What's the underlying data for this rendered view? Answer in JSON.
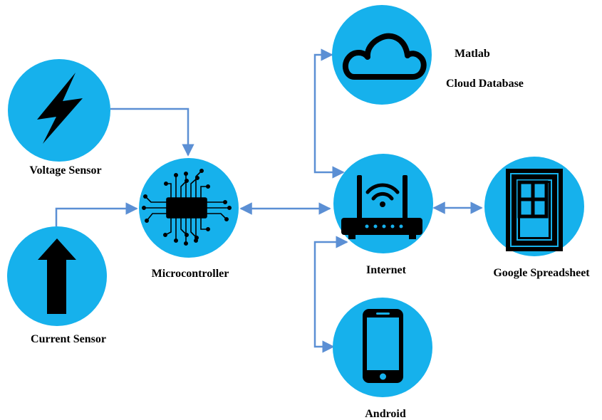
{
  "diagram": {
    "nodes": {
      "voltage_sensor": {
        "label": "Voltage Sensor",
        "icon": "lightning-bolt-icon"
      },
      "current_sensor": {
        "label": "Current Sensor",
        "icon": "up-arrow-icon"
      },
      "microcontroller": {
        "label": "Microcontroller",
        "icon": "chip-icon"
      },
      "internet": {
        "label": "Internet",
        "icon": "wifi-router-icon"
      },
      "cloud": {
        "label_line1": "Matlab",
        "label_line2": "Cloud Database",
        "icon": "cloud-icon"
      },
      "google_spreadsheet": {
        "label": "Google Spreadsheet",
        "icon": "spreadsheet-icon"
      },
      "android": {
        "label": "Android",
        "icon": "smartphone-icon"
      }
    },
    "edges": [
      {
        "from": "voltage_sensor",
        "to": "microcontroller",
        "direction": "one-way"
      },
      {
        "from": "current_sensor",
        "to": "microcontroller",
        "direction": "one-way"
      },
      {
        "from": "microcontroller",
        "to": "internet",
        "direction": "two-way"
      },
      {
        "from": "internet",
        "to": "cloud",
        "direction": "two-way"
      },
      {
        "from": "internet",
        "to": "android",
        "direction": "two-way"
      },
      {
        "from": "internet",
        "to": "google_spreadsheet",
        "direction": "two-way"
      }
    ],
    "colors": {
      "node_fill": "#16b1ec",
      "connector": "#5b8fd4",
      "icon": "#000000"
    }
  }
}
